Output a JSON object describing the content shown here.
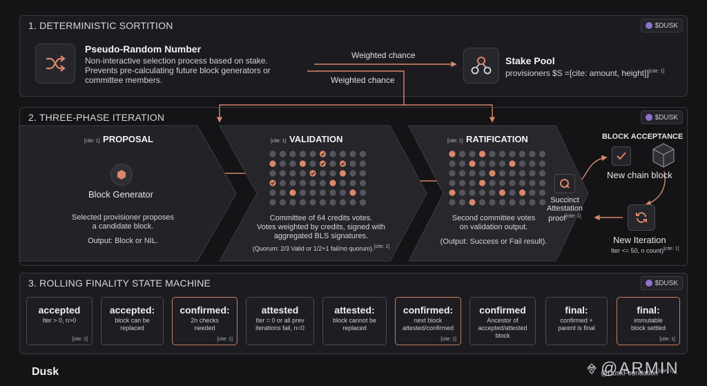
{
  "badge_label": "$DUSK",
  "section1": {
    "title": "1. DETERMINISTIC SORTITION",
    "prn_title": "Pseudo-Random Number",
    "prn_desc1": "Non-interactive selection process based on stake.",
    "prn_desc2": "Prevents pre-calculating future block generators or",
    "prn_desc3": "committee members.",
    "weighted_chance_1": "Weighted chance",
    "weighted_chance_2": "Weighted chance",
    "stake_title": "Stake Pool",
    "stake_desc": "provisioners $S =[cite: amount, height]]",
    "stake_cite": "[cite: 1]"
  },
  "section2": {
    "title": "2. THREE-PHASE ITERATION",
    "proposal": {
      "cite": "[cite: 1]",
      "title": "PROPOSAL",
      "generator": "Block Generator",
      "desc1": "Selected provisioner proposes",
      "desc2": "a candidate block.",
      "output": "Output: Block or NIL."
    },
    "validation": {
      "cite": "[cite: 1]",
      "title": "VALIDATION",
      "desc1": "Committee of 64 credits votes.",
      "desc2": "Votes weighted by credits, signed with",
      "desc3": "aggregated BLS signatures.",
      "quorum": "(Quorum: 2/3 Valid or 1/2+1 fail/no quorum).",
      "quorum_cite": "[cite: 1]"
    },
    "ratification": {
      "cite": "[cite: 1]",
      "title": "RATIFICATION",
      "desc1": "Second committee votes",
      "desc2": "on validation output.",
      "output": "(Output: Success or Fail result).",
      "proof1": "Succinct",
      "proof2": "Attestation",
      "proof3": "proof",
      "proof_cite": "[cite: 1]"
    },
    "acceptance": {
      "title": "BLOCK ACCEPTANCE",
      "new_block": "New chain block",
      "new_iter": "New Iteration",
      "iter_rule": "Iter <= 50, n count)",
      "iter_cite": "[cite: 1]"
    }
  },
  "section3": {
    "title": "3. ROLLING FINALITY STATE MACHINE",
    "states": [
      {
        "title": "accepted",
        "desc": [
          "Iter > 0, n>0"
        ],
        "cite": "[cite: 1]"
      },
      {
        "title": "accepted:",
        "desc": [
          "block can be",
          "replaced"
        ],
        "cite": ""
      },
      {
        "title": "confirmed:",
        "desc": [
          "2n checks",
          "needed"
        ],
        "cite": "[cite: 1]"
      },
      {
        "title": "attested",
        "desc": [
          "Iter = 0 or all prev",
          "iterations fail, n=0"
        ],
        "cite": ""
      },
      {
        "title": "attested:",
        "desc": [
          "block cannot be",
          "replaced"
        ],
        "cite": ""
      },
      {
        "title": "confirmed:",
        "desc": [
          "next block",
          "attested/confirmed"
        ],
        "cite": "[cite: 1]"
      },
      {
        "title": "confirmed",
        "desc": [
          "Ancestor of",
          "accepted/attested",
          "block"
        ],
        "cite": ""
      },
      {
        "title": "final:",
        "desc": [
          "confirmed +",
          "parent is final"
        ],
        "cite": ""
      },
      {
        "title": "final:",
        "desc": [
          "immutable",
          "block settled"
        ],
        "cite": "[cite: 1]"
      }
    ]
  },
  "footer": {
    "brand": "Dusk",
    "watermark": "@ARMIN",
    "watermark_sub": "@DuskFoundation",
    "watermark_cite": "[cite: 1]"
  },
  "colors": {
    "accent": "#d9876a",
    "panel": "#1c1c20",
    "badge_dot": "#8f72c9"
  }
}
